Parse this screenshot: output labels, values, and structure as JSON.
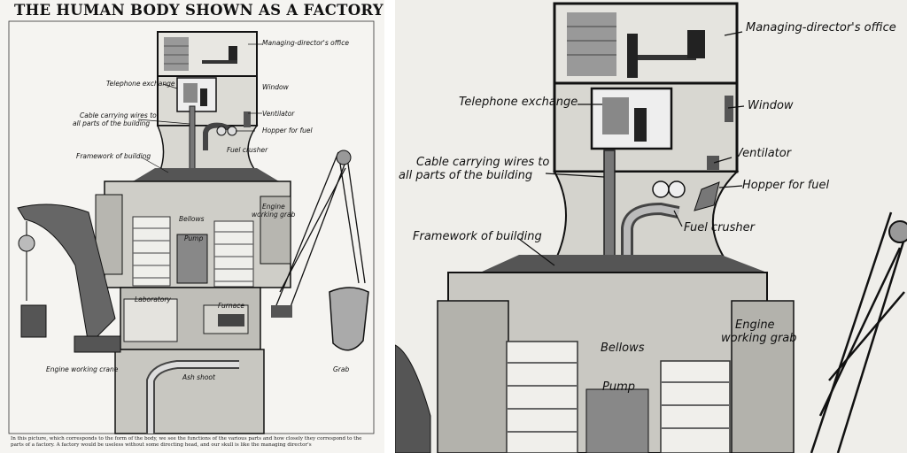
{
  "title": "THE HUMAN BODY SHOWN AS A FACTORY",
  "left_labels": {
    "managing_office": "Managing-director's office",
    "telephone": "Telephone exchange",
    "window": "Window",
    "cable": "Cable carrying wires to",
    "cable2": "all parts of the building",
    "ventilator": "Ventilator",
    "hopper": "Hopper for fuel",
    "crusher": "Fuel crusher",
    "framework": "Framework of building",
    "engine_grab": "Engine",
    "engine_grab2": "working grab",
    "bellows": "Bellows",
    "pump": "Pump",
    "laboratory": "Laboratory",
    "furnace": "Furnace",
    "ash": "Ash shoot",
    "crane": "Engine working crane",
    "grab": "Grab"
  },
  "caption": "In this picture, which corresponds to the form of the body, we see the functions of the various parts and how closely they correspond to the parts of a factory. A factory would be useless without some directing head, and our skull is like the managing director's",
  "right_labels": {
    "managing_office": "Managing-director's office",
    "telephone": "Telephone exchange",
    "window": "Window",
    "cable": "Cable carrying wires to",
    "cable2": "all parts of the building",
    "ventilator": "Ventilator",
    "hopper": "Hopper for fuel",
    "crusher": "Fuel crusher",
    "framework": "Framework of building",
    "engine_grab": "Engine",
    "engine_grab2": "working grab",
    "bellows": "Bellows",
    "pump": "Pump"
  }
}
